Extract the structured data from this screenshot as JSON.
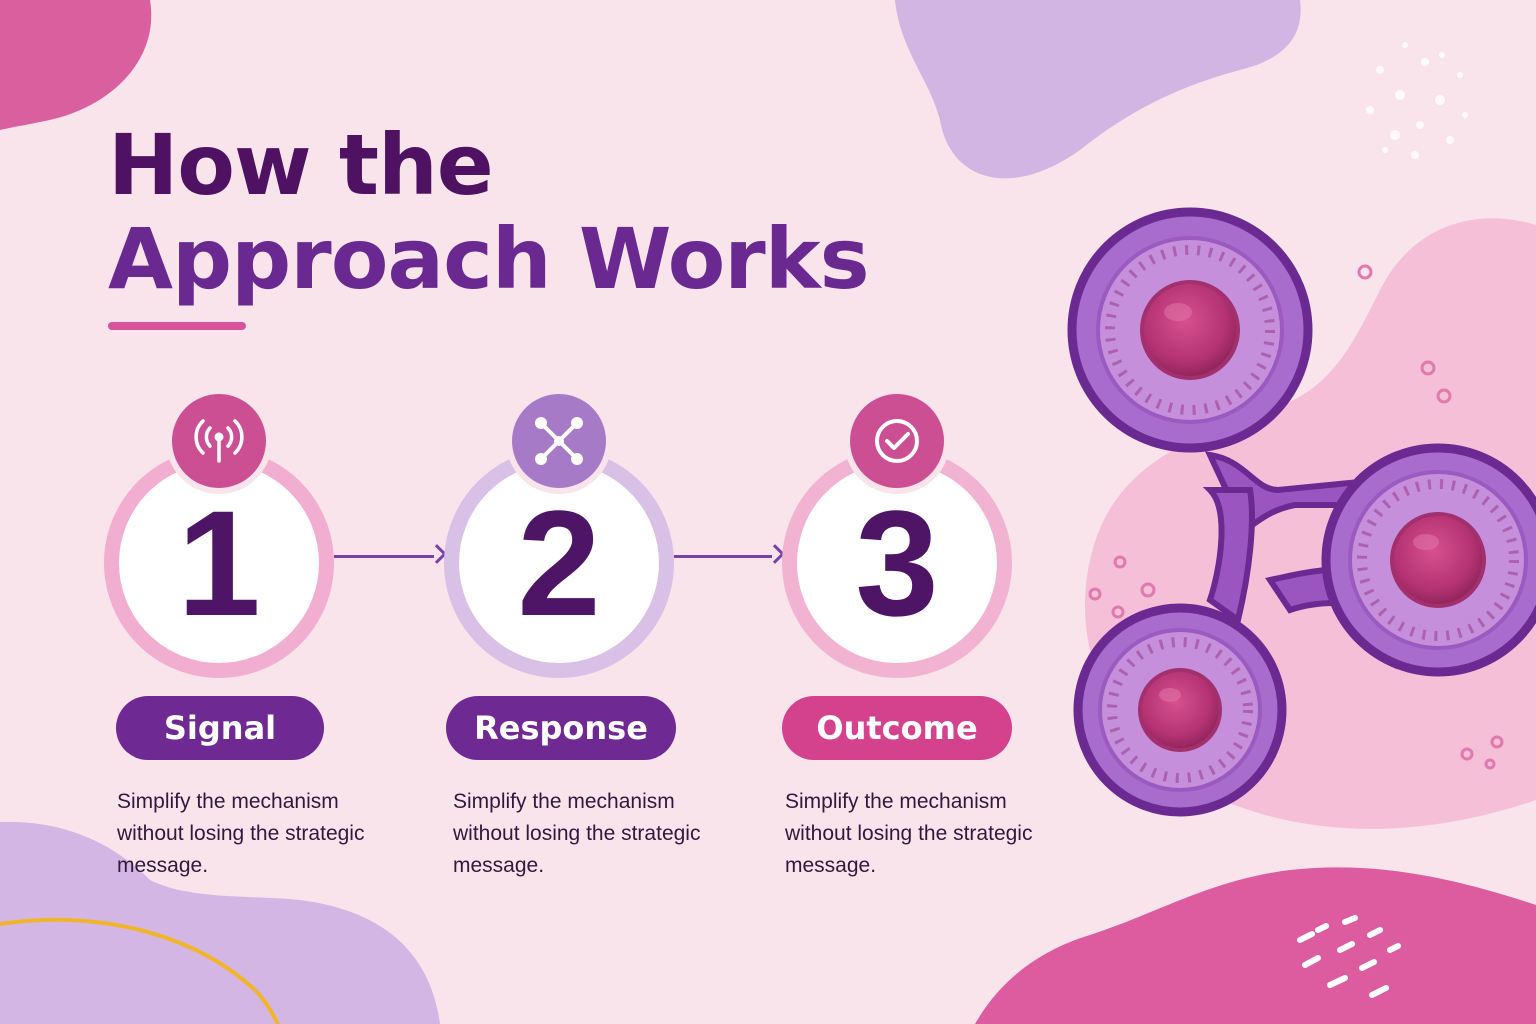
{
  "title": {
    "line1": "How the",
    "line2": "Approach Works"
  },
  "steps": [
    {
      "number": "1",
      "label": "Signal",
      "description": "Simplify the mechanism without losing the strategic message.",
      "icon": "signal-broadcast-icon",
      "badge_color": "#cc4f93",
      "ring_color": "#f2aed0",
      "pill_color": "#6e2a92"
    },
    {
      "number": "2",
      "label": "Response",
      "description": "Simplify the mechanism without losing the strategic message.",
      "icon": "network-nodes-icon",
      "badge_color": "#a77ac8",
      "ring_color": "#d8c0e7",
      "pill_color": "#6e2a92"
    },
    {
      "number": "3",
      "label": "Outcome",
      "description": "Simplify the mechanism without losing the strategic message.",
      "icon": "check-circle-icon",
      "badge_color": "#cc4f93",
      "ring_color": "#f2b3d2",
      "pill_color": "#d4428e"
    }
  ],
  "colors": {
    "background": "#f9e4ec",
    "title_dark": "#4f1263",
    "title_purple": "#6a2990",
    "accent_pink": "#d9539c",
    "connector": "#7b3fa8"
  }
}
